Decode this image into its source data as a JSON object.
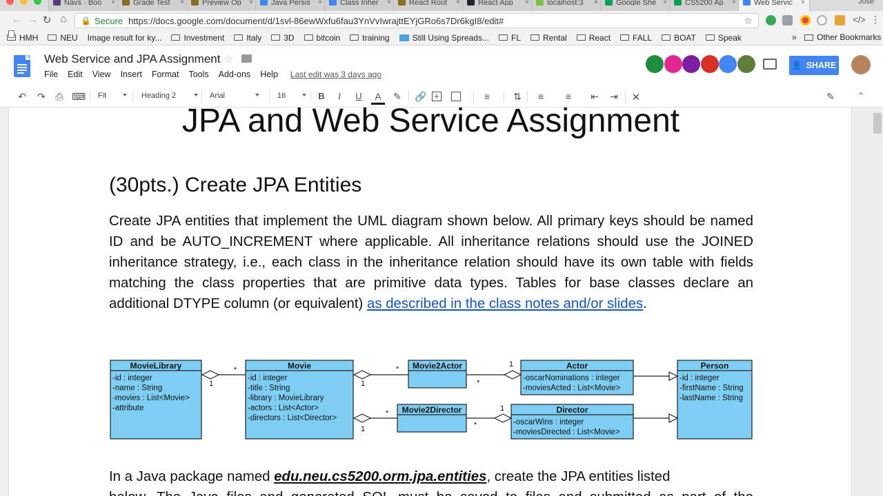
{
  "browser": {
    "tabs": [
      {
        "title": "Navs · Boo",
        "color": "#563d7c"
      },
      {
        "title": "Grade Test",
        "color": "#8a6d1f"
      },
      {
        "title": "Preview Op",
        "color": "#8a6d1f"
      },
      {
        "title": "Java Persis",
        "color": "#4285f4"
      },
      {
        "title": "Class Inher",
        "color": "#4285f4"
      },
      {
        "title": "React Rout",
        "color": "#8a6d1f"
      },
      {
        "title": "React App",
        "color": "#20232a"
      },
      {
        "title": "localhost:3",
        "color": "#7ac143"
      },
      {
        "title": "Google She",
        "color": "#0f9d58"
      },
      {
        "title": "CS5200 Ap",
        "color": "#0f9d58"
      },
      {
        "title": "Web Servic",
        "color": "#4285f4"
      }
    ],
    "tab_close": "×",
    "tab_corner": "Jose",
    "secure_label": "Secure",
    "url": "https://docs.google.com/document/d/1svl-86ewWxfu6fau3YnVvIwrajttEYjGRo6s7Dr6kgI8/edit#",
    "bookmarks": [
      {
        "label": "HMH",
        "kind": "folder"
      },
      {
        "label": "NEU",
        "kind": "folder"
      },
      {
        "label": "Image result for ky...",
        "kind": "page"
      },
      {
        "label": "Investment",
        "kind": "folder"
      },
      {
        "label": "Italy",
        "kind": "folder"
      },
      {
        "label": "3D",
        "kind": "folder"
      },
      {
        "label": "bitcoin",
        "kind": "folder"
      },
      {
        "label": "training",
        "kind": "folder"
      },
      {
        "label": "Still Using Spreads...",
        "kind": "spread"
      },
      {
        "label": "FL",
        "kind": "folder"
      },
      {
        "label": "Rental",
        "kind": "folder"
      },
      {
        "label": "React",
        "kind": "folder"
      },
      {
        "label": "FALL",
        "kind": "folder"
      },
      {
        "label": "BOAT",
        "kind": "folder"
      },
      {
        "label": "Speak",
        "kind": "folder"
      }
    ],
    "bookmarks_more": "»",
    "other_bookmarks": "Other Bookmarks"
  },
  "docs": {
    "title": "Web Service and JPA Assignment",
    "menu": [
      "File",
      "Edit",
      "View",
      "Insert",
      "Format",
      "Tools",
      "Add-ons",
      "Help"
    ],
    "last_edit": "Last edit was 3 days ago",
    "share_label": "SHARE",
    "avatar_colors": [
      "#1e8e3e",
      "#e52592",
      "#7b1fa2",
      "#d93025",
      "#4285f4",
      "#5f7d3a"
    ],
    "toolbar": {
      "zoom": "Fit",
      "style": "Heading 2",
      "font": "Arial",
      "size": "16"
    }
  },
  "document": {
    "heading1": "JPA and Web Service Assignment",
    "heading2": "(30pts.) Create JPA Entities",
    "para1_text": "Create JPA entities that implement the UML diagram shown below. All primary keys should be named ID and be AUTO_INCREMENT where applicable. All inheritance relations should use the JOINED inheritance strategy, i.e., each class in the inheritance relation should have its own table with fields matching the class properties that are primitive data types. Tables for base classes declare an additional DTYPE column (or equivalent) ",
    "para1_link": "as described in the class notes and/or slides",
    "para1_end": ".",
    "para2_start": "In a Java package named ",
    "para2_package": "edu.neu.cs5200.orm.jpa.entities",
    "para2_rest": ", create the JPA entities listed",
    "para3_partial": "below. The Java files and generated SQL must be saved to files and submitted as part of the"
  },
  "uml": {
    "classes": [
      {
        "name": "MovieLibrary",
        "attrs": [
          "-id : integer",
          "-name : String",
          "-movies : List<Movie>",
          "-attribute"
        ]
      },
      {
        "name": "Movie",
        "attrs": [
          "-id : integer",
          "-title : String",
          "-library : MovieLibrary",
          "-actors : List<Actor>",
          "-directors : List<Director>"
        ]
      },
      {
        "name": "Movie2Actor",
        "attrs": []
      },
      {
        "name": "Movie2Director",
        "attrs": []
      },
      {
        "name": "Actor",
        "attrs": [
          "-oscarNominations : integer",
          "-moviesActed : List<Movie>"
        ]
      },
      {
        "name": "Director",
        "attrs": [
          "-oscarWins : integer",
          "-moviesDirected : List<Movie>"
        ]
      },
      {
        "name": "Person",
        "attrs": [
          "-id : integer",
          "-firstName : String",
          "-lastName : String"
        ]
      }
    ],
    "mult_one": "1",
    "mult_many": "*",
    "fill": "#7ecef4"
  }
}
